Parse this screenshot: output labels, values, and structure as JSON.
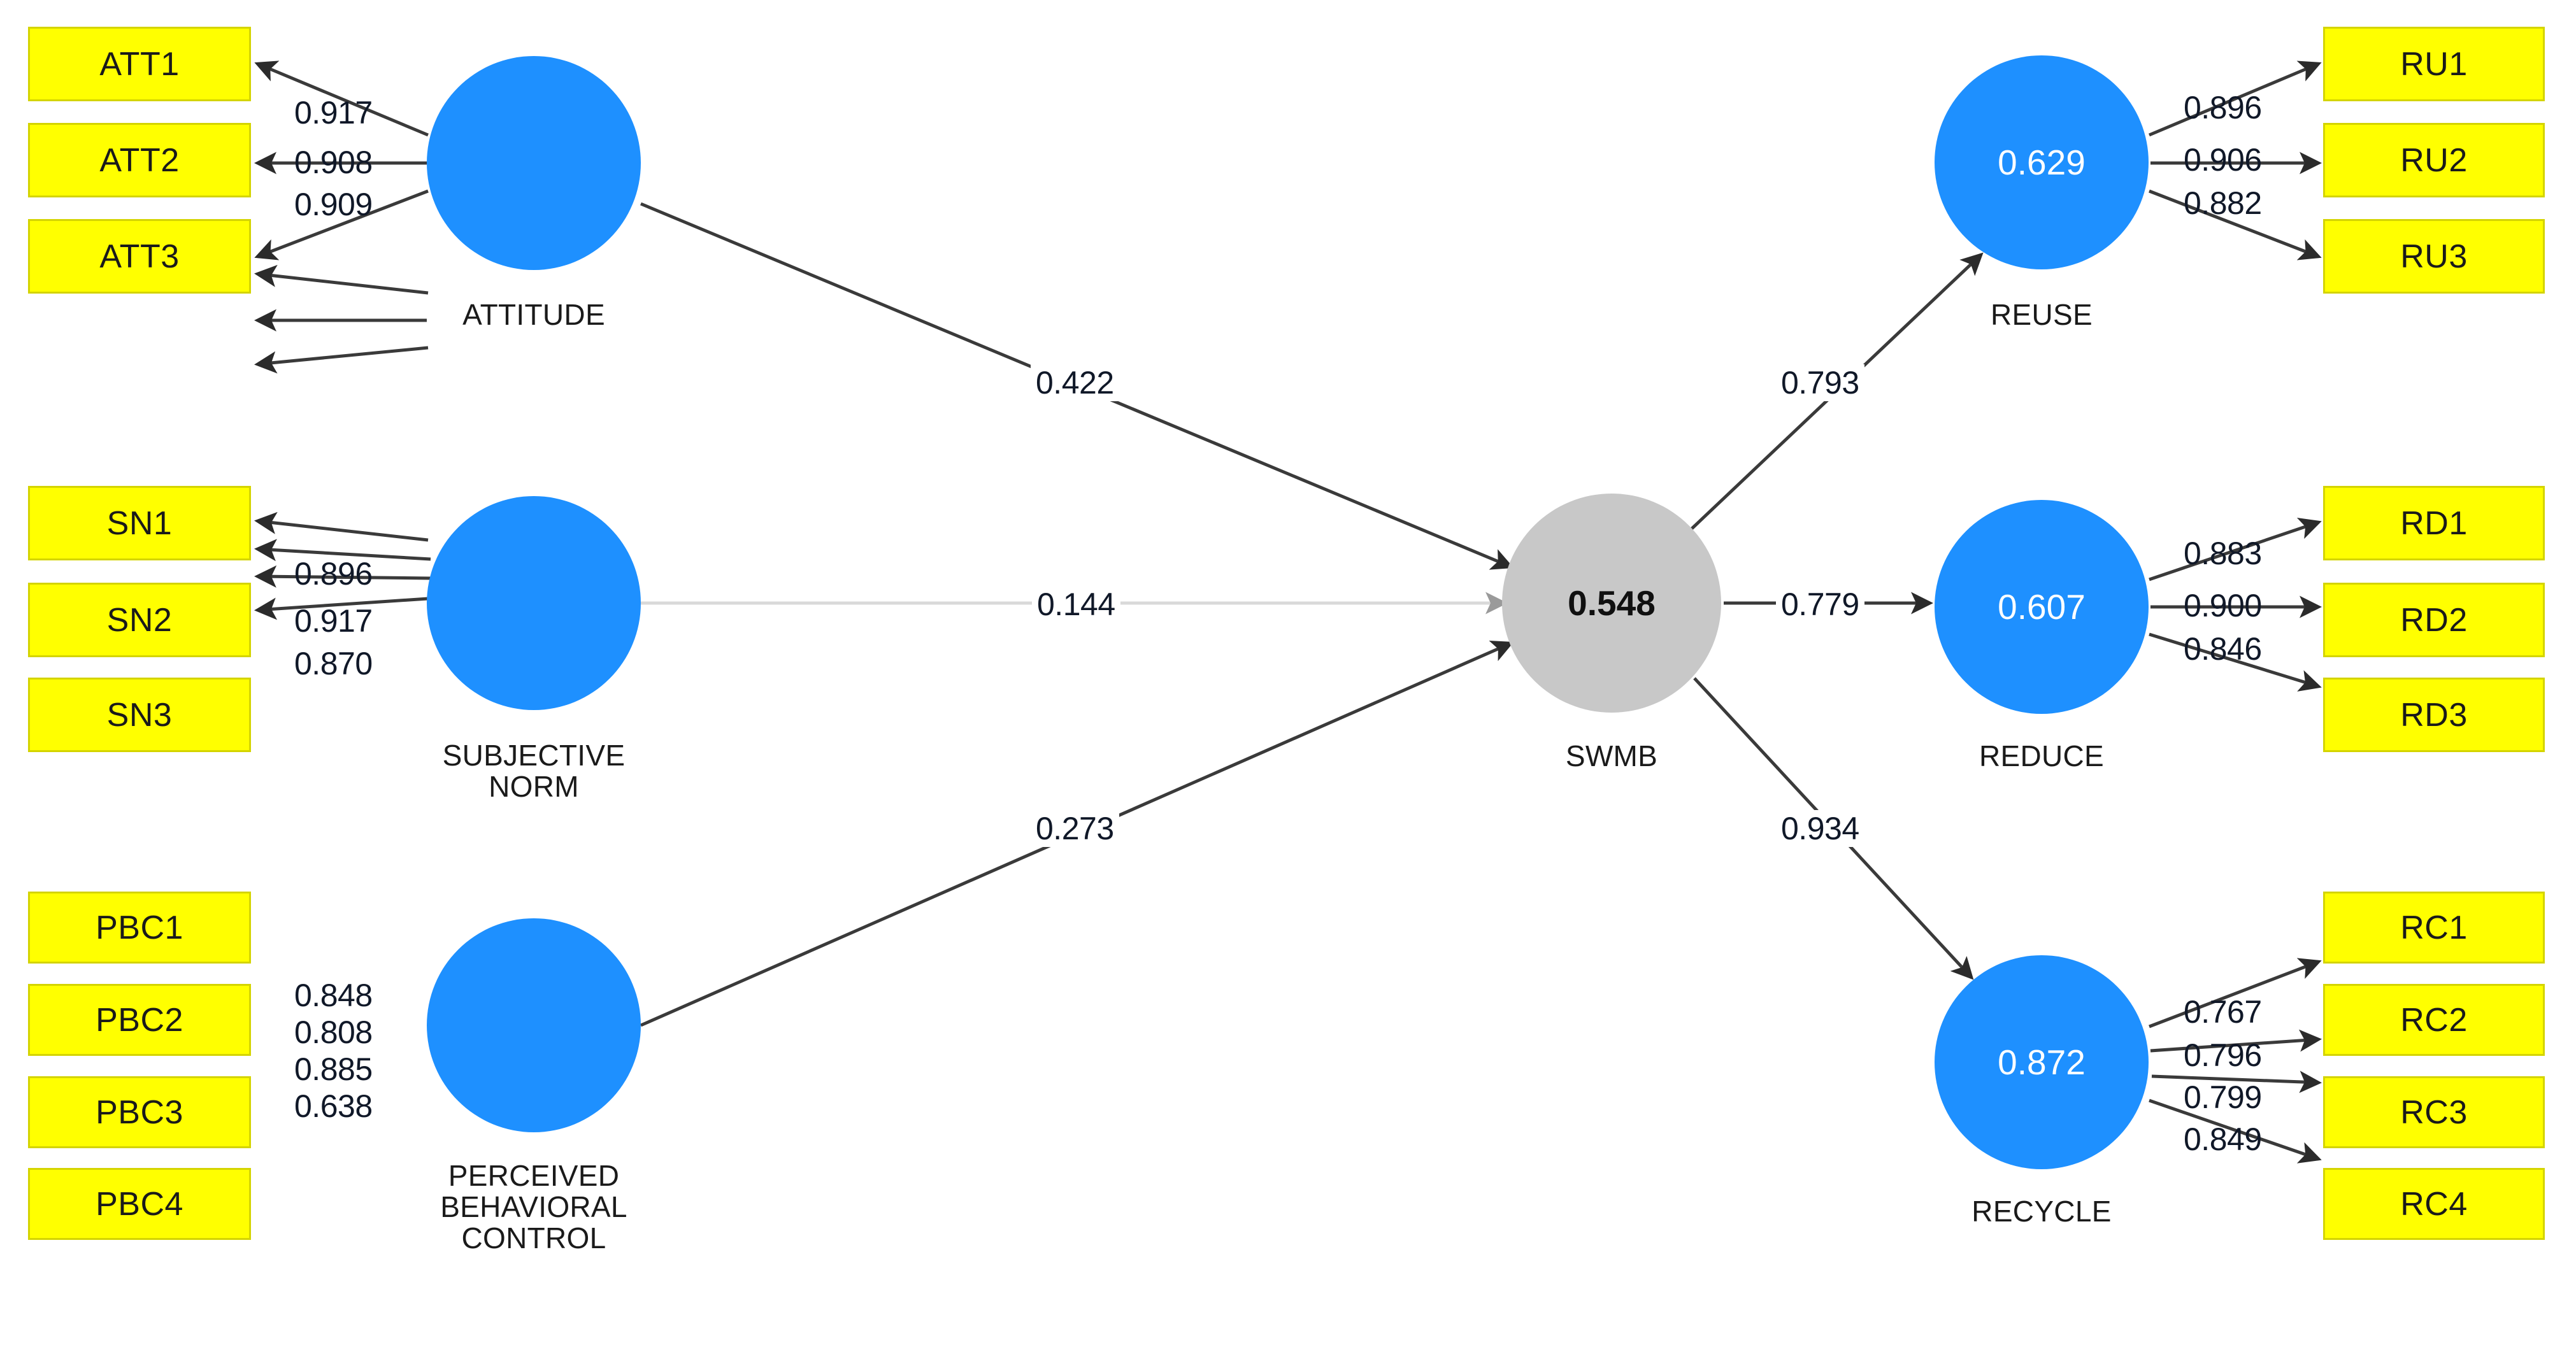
{
  "diagram": {
    "title": "PLS-SEM path model: Theory of Planned Behavior predicting Solid Waste Management Behavior",
    "colors": {
      "indicator_fill": "#FFFF00",
      "indicator_border": "#D4D400",
      "exogenous_node": "#1E90FF",
      "mediator_node": "#C8C8C8",
      "path_line": "#3a3a3a",
      "weak_path_line": "#d9d9d9",
      "text": "#1a1a1a"
    }
  },
  "indicators": {
    "att": [
      "ATT1",
      "ATT2",
      "ATT3"
    ],
    "sn": [
      "SN1",
      "SN2",
      "SN3"
    ],
    "pbc": [
      "PBC1",
      "PBC2",
      "PBC3",
      "PBC4"
    ],
    "ru": [
      "RU1",
      "RU2",
      "RU3"
    ],
    "rd": [
      "RD1",
      "RD2",
      "RD3"
    ],
    "rc": [
      "RC1",
      "RC2",
      "RC3",
      "RC4"
    ]
  },
  "constructs": {
    "attitude": {
      "label": "ATTITUDE",
      "value": ""
    },
    "subjective_norm": {
      "label": "SUBJECTIVE\nNORM",
      "value": ""
    },
    "pbc": {
      "label": "PERCEIVED\nBEHAVIORAL\nCONTROL",
      "value": ""
    },
    "swmb": {
      "label": "SWMB",
      "value": "0.548"
    },
    "reuse": {
      "label": "REUSE",
      "value": "0.629"
    },
    "reduce": {
      "label": "REDUCE",
      "value": "0.607"
    },
    "recycle": {
      "label": "RECYCLE",
      "value": "0.872"
    }
  },
  "chart_data": {
    "type": "diagram",
    "diagram_kind": "sem-path-model",
    "outer_loadings": {
      "ATTITUDE": [
        {
          "indicator": "ATT1",
          "loading": 0.917
        },
        {
          "indicator": "ATT2",
          "loading": 0.908
        },
        {
          "indicator": "ATT3",
          "loading": 0.909
        }
      ],
      "SUBJECTIVE NORM": [
        {
          "indicator": "SN1",
          "loading": 0.896
        },
        {
          "indicator": "SN2",
          "loading": 0.917
        },
        {
          "indicator": "SN3",
          "loading": 0.87
        }
      ],
      "PERCEIVED BEHAVIORAL CONTROL": [
        {
          "indicator": "PBC1",
          "loading": 0.848
        },
        {
          "indicator": "PBC2",
          "loading": 0.808
        },
        {
          "indicator": "PBC3",
          "loading": 0.885
        },
        {
          "indicator": "PBC4",
          "loading": 0.638
        }
      ],
      "REUSE": [
        {
          "indicator": "RU1",
          "loading": 0.896
        },
        {
          "indicator": "RU2",
          "loading": 0.906
        },
        {
          "indicator": "RU3",
          "loading": 0.882
        }
      ],
      "REDUCE": [
        {
          "indicator": "RD1",
          "loading": 0.883
        },
        {
          "indicator": "RD2",
          "loading": 0.9
        },
        {
          "indicator": "RD3",
          "loading": 0.846
        }
      ],
      "RECYCLE": [
        {
          "indicator": "RC1",
          "loading": 0.767
        },
        {
          "indicator": "RC2",
          "loading": 0.796
        },
        {
          "indicator": "RC3",
          "loading": 0.799
        },
        {
          "indicator": "RC4",
          "loading": 0.849
        }
      ]
    },
    "structural_paths": [
      {
        "from": "ATTITUDE",
        "to": "SWMB",
        "coefficient": 0.422
      },
      {
        "from": "SUBJECTIVE NORM",
        "to": "SWMB",
        "coefficient": 0.144
      },
      {
        "from": "PERCEIVED BEHAVIORAL CONTROL",
        "to": "SWMB",
        "coefficient": 0.273
      },
      {
        "from": "SWMB",
        "to": "REUSE",
        "coefficient": 0.793
      },
      {
        "from": "SWMB",
        "to": "REDUCE",
        "coefficient": 0.779
      },
      {
        "from": "SWMB",
        "to": "RECYCLE",
        "coefficient": 0.934
      }
    ],
    "r_squared": {
      "SWMB": 0.548,
      "REUSE": 0.629,
      "REDUCE": 0.607,
      "RECYCLE": 0.872
    }
  },
  "loadings": {
    "att": [
      "0.917",
      "0.908",
      "0.909"
    ],
    "sn": [
      "0.896",
      "0.917",
      "0.870"
    ],
    "pbc": [
      "0.848",
      "0.808",
      "0.885",
      "0.638"
    ],
    "ru": [
      "0.896",
      "0.906",
      "0.882"
    ],
    "rd": [
      "0.883",
      "0.900",
      "0.846"
    ],
    "rc": [
      "0.767",
      "0.796",
      "0.799",
      "0.849"
    ]
  },
  "paths": {
    "att_swmb": "0.422",
    "sn_swmb": "0.144",
    "pbc_swmb": "0.273",
    "swmb_reuse": "0.793",
    "swmb_reduce": "0.779",
    "swmb_recycle": "0.934"
  }
}
